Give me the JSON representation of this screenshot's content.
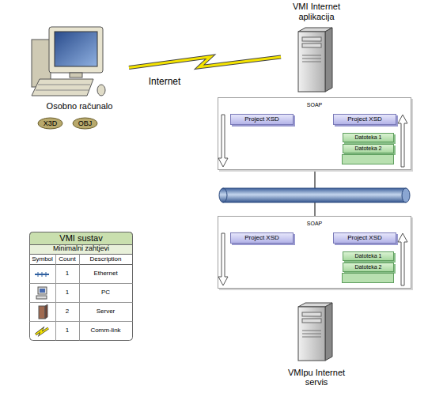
{
  "diagram": {
    "nodes": [
      {
        "text": [
          "Osobno računalo"
        ]
      },
      {
        "text": [
          "X3D"
        ]
      },
      {
        "text": [
          "OBJ"
        ]
      },
      {
        "text": [
          "VMI Internet aplikacija"
        ]
      },
      {
        "text": [
          "SOAP"
        ]
      },
      {
        "text": [
          "Project XSD"
        ],
        "in": 4
      },
      {
        "text": [
          "Project XSD"
        ],
        "in": 4
      },
      {
        "text": [
          "Datoteka 1"
        ],
        "in": 4
      },
      {
        "text": [
          "Datoteka 2"
        ],
        "in": 4
      },
      {
        "text": [
          "SOAP"
        ]
      },
      {
        "text": [
          "Project XSD"
        ],
        "in": 9
      },
      {
        "text": [
          "Project XSD"
        ],
        "in": 9
      },
      {
        "text": [
          "Datoteka 1"
        ],
        "in": 9
      },
      {
        "text": [
          "Datoteka 2"
        ],
        "in": 9
      },
      {
        "text": [
          "VMIpu Internet servis"
        ]
      }
    ],
    "edges": [
      {
        "from": 0,
        "to": 3,
        "arrow": "none"
      }
    ],
    "labels": [
      "Internet",
      "VMI sustav",
      "Minimalni zahtjevi",
      "Symbol",
      "Count",
      "Description",
      "1",
      "Ethernet",
      "1",
      "PC",
      "2",
      "Server",
      "1",
      "Comm-link"
    ]
  }
}
